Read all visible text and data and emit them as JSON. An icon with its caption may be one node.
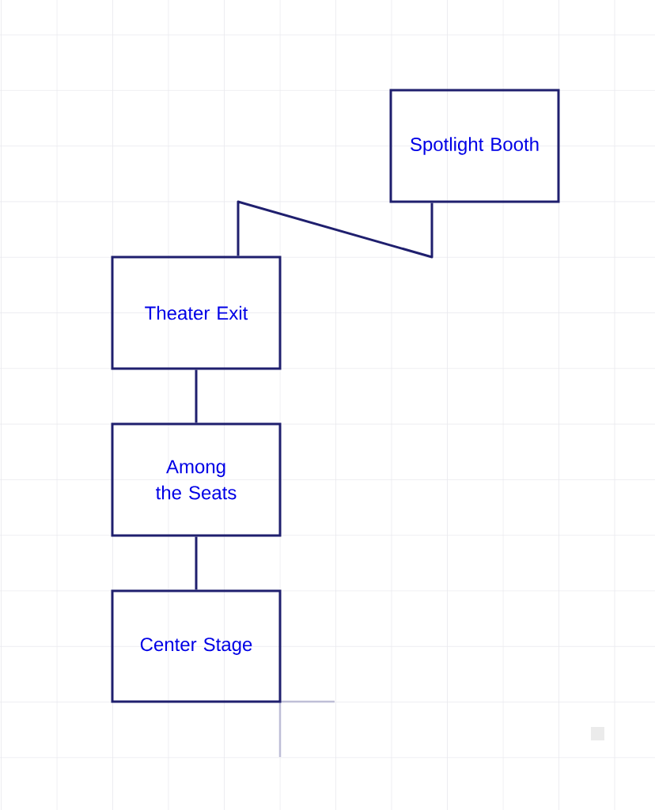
{
  "diagram": {
    "nodes": [
      {
        "text": [
          "Spotlight Booth"
        ]
      },
      {
        "text": [
          "Theater Exit"
        ]
      },
      {
        "text": [
          "Among the Seats"
        ]
      },
      {
        "text": [
          "Center Stage"
        ]
      }
    ],
    "edges": [
      {
        "from": 0,
        "to": 1,
        "arrow": "none"
      },
      {
        "from": 1,
        "to": 2,
        "arrow": "none"
      },
      {
        "from": 2,
        "to": 3,
        "arrow": "none"
      }
    ]
  }
}
